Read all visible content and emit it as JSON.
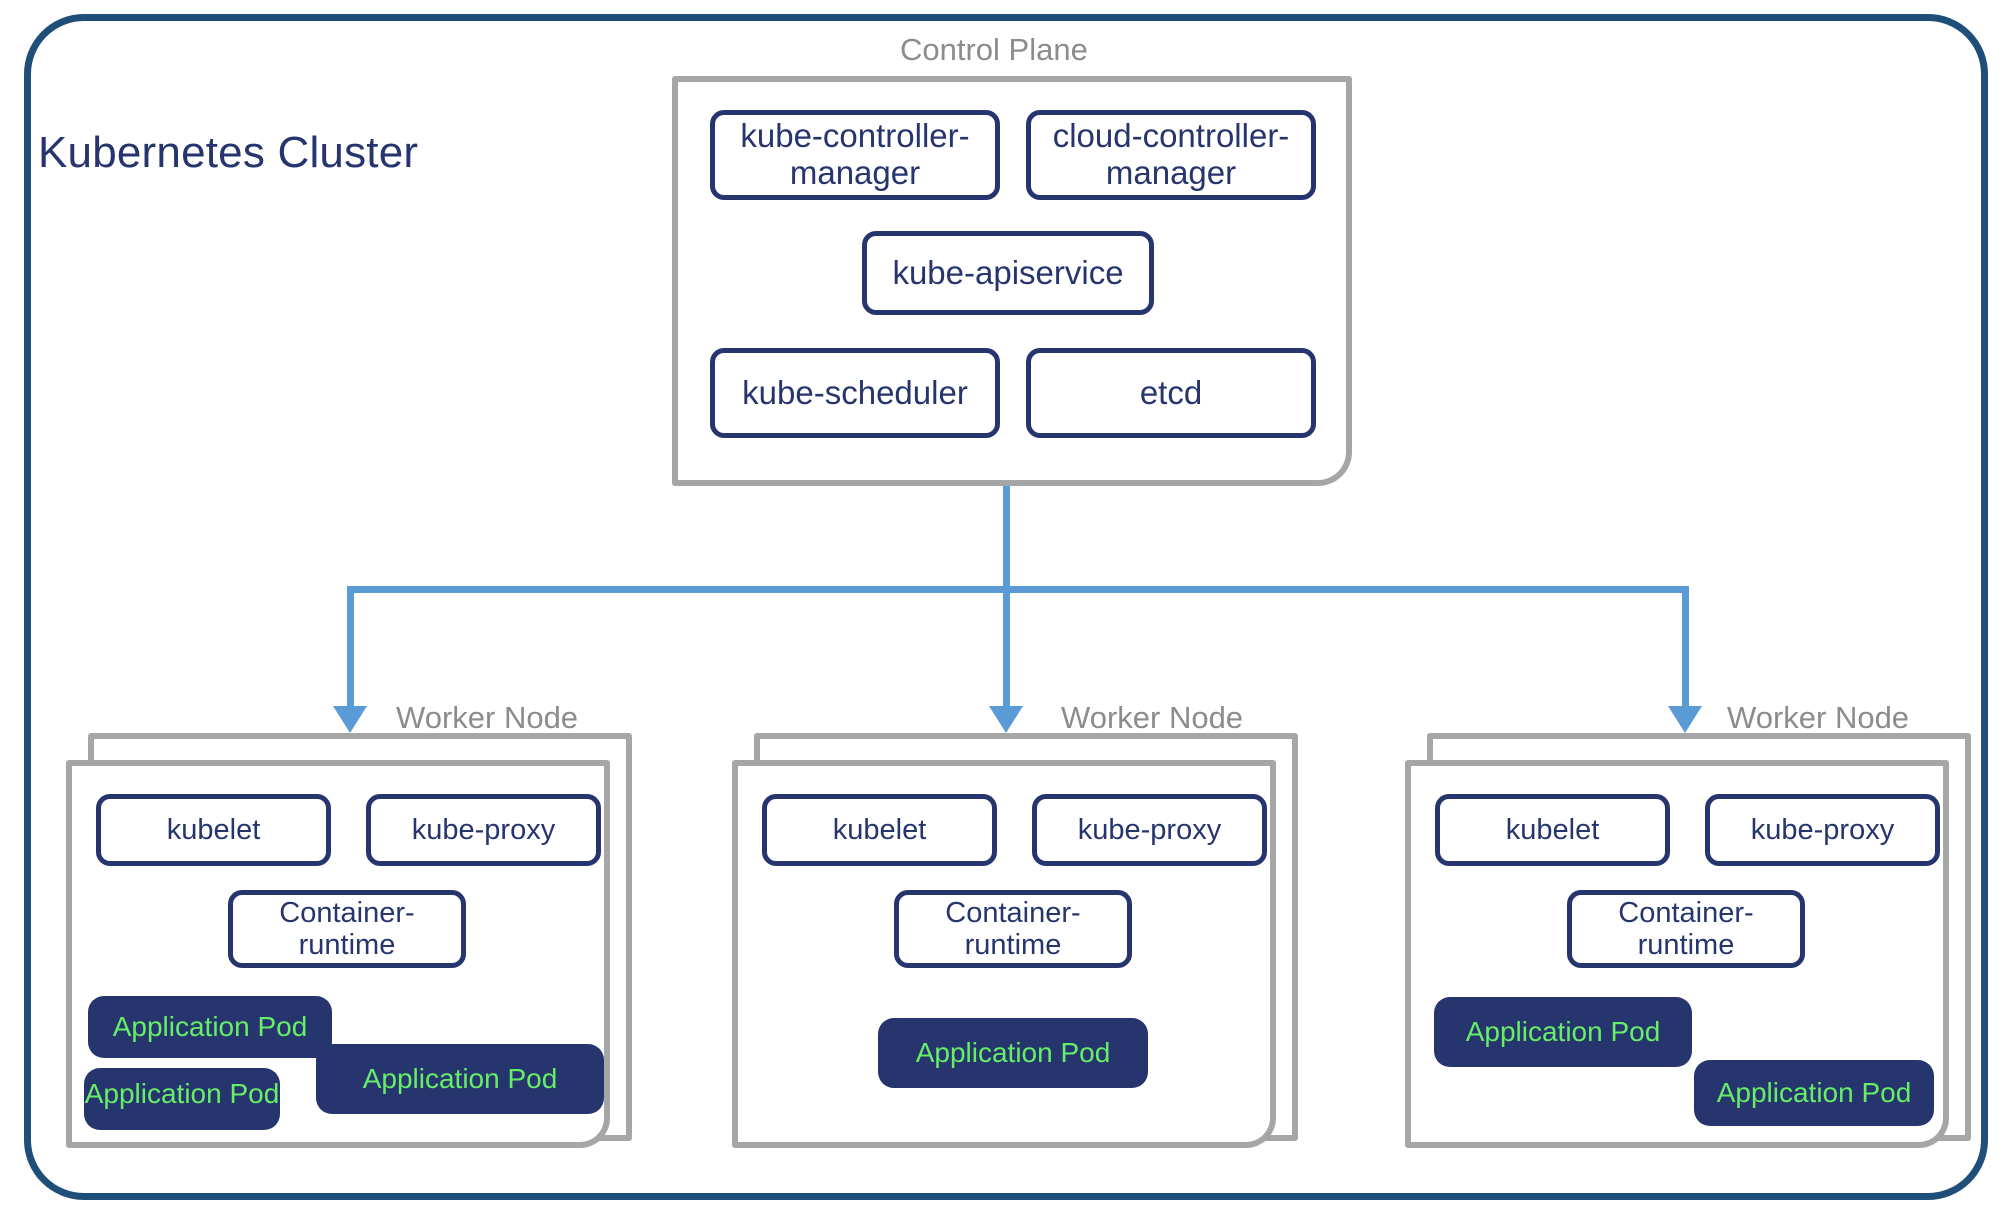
{
  "cluster": {
    "title": "Kubernetes Cluster",
    "border_color": "#1F4E79",
    "title_color": "#27356E"
  },
  "palette": {
    "navy": "#27356E",
    "gray_border": "#A6A6A6",
    "gray_label": "#8C8C8C",
    "pod_fill": "#27356E",
    "pod_text": "#66EE66",
    "connector": "#5B9BD5"
  },
  "control_plane": {
    "label": "Control Plane",
    "components": [
      {
        "name": "kube-controller-manager",
        "label": "kube-controller-\nmanager"
      },
      {
        "name": "cloud-controller-manager",
        "label": "cloud-controller-\nmanager"
      },
      {
        "name": "kube-apiservice",
        "label": "kube-apiservice"
      },
      {
        "name": "kube-scheduler",
        "label": "kube-scheduler"
      },
      {
        "name": "etcd",
        "label": "etcd"
      }
    ]
  },
  "worker_nodes": [
    {
      "label": "Worker Node",
      "components": [
        {
          "label": "kubelet"
        },
        {
          "label": "kube-proxy"
        },
        {
          "label": "Container-\nruntime"
        }
      ],
      "pods": [
        {
          "label": "Application Pod"
        },
        {
          "label": "Application Pod"
        },
        {
          "label": "Application Pod"
        }
      ]
    },
    {
      "label": "Worker Node",
      "components": [
        {
          "label": "kubelet"
        },
        {
          "label": "kube-proxy"
        },
        {
          "label": "Container-\nruntime"
        }
      ],
      "pods": [
        {
          "label": "Application Pod"
        }
      ]
    },
    {
      "label": "Worker Node",
      "components": [
        {
          "label": "kubelet"
        },
        {
          "label": "kube-proxy"
        },
        {
          "label": "Container-\nruntime"
        }
      ],
      "pods": [
        {
          "label": "Application Pod"
        },
        {
          "label": "Application Pod"
        }
      ]
    }
  ]
}
